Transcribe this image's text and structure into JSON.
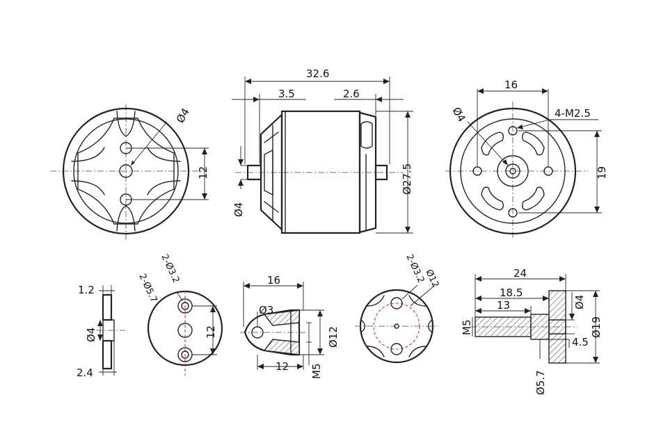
{
  "views": {
    "front": {
      "hole_dia": "Ø4",
      "bolt_spacing": "12"
    },
    "side": {
      "overall_length": "32.6",
      "shaft_front": "3.5",
      "shaft_back": "2.6",
      "body_dia": "Ø27.5",
      "shaft_dia": "Ø4"
    },
    "rear": {
      "hole_dia": "Ø4",
      "mount_holes": "4-M2.5",
      "width": "16",
      "height": "19"
    }
  },
  "parts": {
    "washer": {
      "thick_top": "1.2",
      "thick_bottom": "2.4",
      "bore": "Ø4"
    },
    "plate": {
      "holes_small": "2-Ø3.2",
      "holes_large": "2-Ø5.7",
      "spacing": "12"
    },
    "cone": {
      "length": "16",
      "nose_dia": "Ø3",
      "base_dia": "Ø12",
      "base_length": "12",
      "thread": "M5"
    },
    "prop_adapter": {
      "holes": "2-Ø3.2",
      "pcd": "Ø12"
    },
    "shaft_adapter": {
      "total": "24",
      "mid": "18.5",
      "thread_len": "13",
      "thread": "M5",
      "bore": "Ø4",
      "flange_dia": "Ø19",
      "flange_thk": "4.5",
      "hub_dia": "Ø5.7"
    }
  }
}
